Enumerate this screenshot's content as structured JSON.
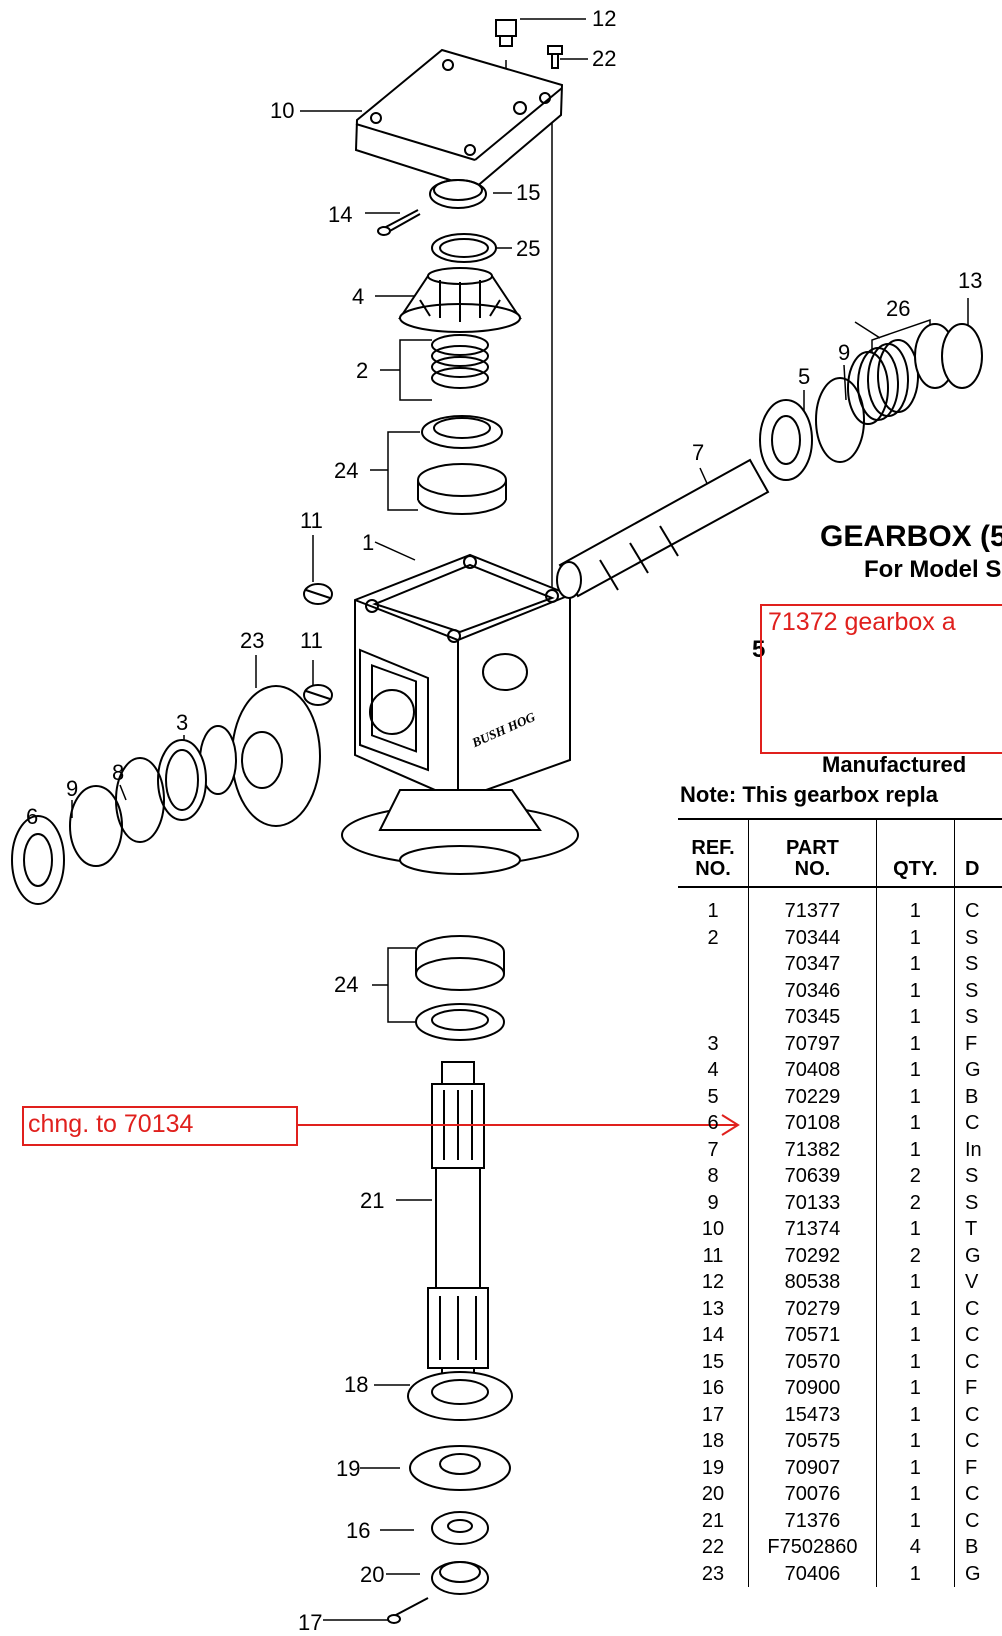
{
  "callouts": {
    "n12": "12",
    "n22a": "22",
    "n10": "10",
    "n15": "15",
    "n14": "14",
    "n25": "25",
    "n4": "4",
    "n2": "2",
    "n24a": "24",
    "n11a": "11",
    "n1": "1",
    "n23": "23",
    "n11b": "11",
    "n3": "3",
    "n8": "8",
    "n9a": "9",
    "n6": "6",
    "n24b": "24",
    "n21": "21",
    "n18": "18",
    "n19": "19",
    "n16": "16",
    "n20": "20",
    "n17": "17",
    "n13": "13",
    "n26": "26",
    "n9b": "9",
    "n5": "5",
    "n7": "7"
  },
  "header": {
    "title": "GEARBOX (5",
    "subtitle": "For Model S",
    "manufactured": "Manufactured",
    "note": "Note: This gearbox repla",
    "partial_char": "5"
  },
  "logo_text": "BUSH HOG",
  "annotations": {
    "top_box": "71372 gearbox a",
    "left_box": "chng. to 70134",
    "color": "#e0201d"
  },
  "table": {
    "headers": {
      "ref": "REF.\nNO.",
      "part": "PART\nNO.",
      "qty": "QTY.",
      "desc": "D"
    },
    "rows": [
      {
        "ref": "1",
        "part": "71377",
        "qty": "1",
        "desc": "C"
      },
      {
        "ref": "2",
        "part": "70344",
        "qty": "1",
        "desc": "S"
      },
      {
        "ref": "",
        "part": "70347",
        "qty": "1",
        "desc": "S"
      },
      {
        "ref": "",
        "part": "70346",
        "qty": "1",
        "desc": "S"
      },
      {
        "ref": "",
        "part": "70345",
        "qty": "1",
        "desc": "S"
      },
      {
        "ref": "3",
        "part": "70797",
        "qty": "1",
        "desc": "F"
      },
      {
        "ref": "4",
        "part": "70408",
        "qty": "1",
        "desc": "G"
      },
      {
        "ref": "5",
        "part": "70229",
        "qty": "1",
        "desc": "B"
      },
      {
        "ref": "6",
        "part": "70108",
        "qty": "1",
        "desc": "C"
      },
      {
        "ref": "7",
        "part": "71382",
        "qty": "1",
        "desc": "In"
      },
      {
        "ref": "8",
        "part": "70639",
        "qty": "2",
        "desc": "S"
      },
      {
        "ref": "9",
        "part": "70133",
        "qty": "2",
        "desc": "S"
      },
      {
        "ref": "10",
        "part": "71374",
        "qty": "1",
        "desc": "T"
      },
      {
        "ref": "11",
        "part": "70292",
        "qty": "2",
        "desc": "G"
      },
      {
        "ref": "12",
        "part": "80538",
        "qty": "1",
        "desc": "V"
      },
      {
        "ref": "13",
        "part": "70279",
        "qty": "1",
        "desc": "C"
      },
      {
        "ref": "14",
        "part": "70571",
        "qty": "1",
        "desc": "C"
      },
      {
        "ref": "15",
        "part": "70570",
        "qty": "1",
        "desc": "C"
      },
      {
        "ref": "16",
        "part": "70900",
        "qty": "1",
        "desc": "F"
      },
      {
        "ref": "17",
        "part": "15473",
        "qty": "1",
        "desc": "C"
      },
      {
        "ref": "18",
        "part": "70575",
        "qty": "1",
        "desc": "C"
      },
      {
        "ref": "19",
        "part": "70907",
        "qty": "1",
        "desc": "F"
      },
      {
        "ref": "20",
        "part": "70076",
        "qty": "1",
        "desc": "C"
      },
      {
        "ref": "21",
        "part": "71376",
        "qty": "1",
        "desc": "C"
      },
      {
        "ref": "22",
        "part": "F7502860",
        "qty": "4",
        "desc": "B"
      },
      {
        "ref": "23",
        "part": "70406",
        "qty": "1",
        "desc": "G"
      }
    ]
  }
}
